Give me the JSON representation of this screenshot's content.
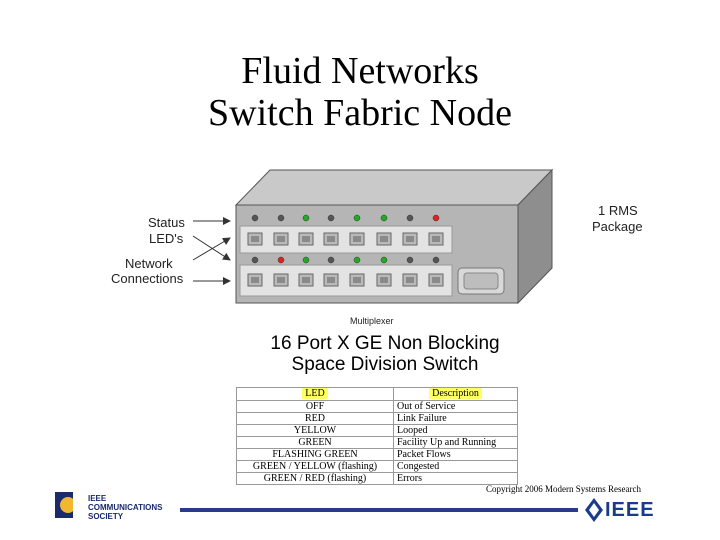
{
  "title": {
    "line1": "Fluid Networks",
    "line2": "Switch Fabric Node"
  },
  "diagram": {
    "label_status": "Status",
    "label_leds": "LED's",
    "label_network": "Network",
    "label_connections": "Connections",
    "label_rms1": "1 RMS",
    "label_rms2": "Package",
    "label_multiplexer": "Multiplexer",
    "top_led_colors": [
      "#555555",
      "#555555",
      "#22aa22",
      "#555555",
      "#22aa22",
      "#22aa22",
      "#555555",
      "#dd2222"
    ],
    "bottom_led_colors": [
      "#555555",
      "#dd2222",
      "#22aa22",
      "#555555",
      "#22aa22",
      "#22aa22",
      "#555555",
      "#555555"
    ]
  },
  "heading": {
    "line1": "16 Port X GE Non Blocking",
    "line2": "Space Division Switch"
  },
  "table": {
    "headers": [
      "LED",
      "Description"
    ],
    "rows": [
      [
        "OFF",
        "Out of Service"
      ],
      [
        "RED",
        "Link Failure"
      ],
      [
        "YELLOW",
        "Looped"
      ],
      [
        "GREEN",
        "Facility Up and Running"
      ],
      [
        "FLASHING GREEN",
        "Packet Flows"
      ],
      [
        "GREEN / YELLOW (flashing)",
        "Congested"
      ],
      [
        "GREEN / RED (flashing)",
        "Errors"
      ]
    ]
  },
  "footer": {
    "copyright": "Copyright 2006 Modern Systems Research",
    "comsoc_line1": "IEEE",
    "comsoc_line2": "COMMUNICATIONS",
    "comsoc_line3": "SOCIETY",
    "ieee": "IEEE"
  }
}
